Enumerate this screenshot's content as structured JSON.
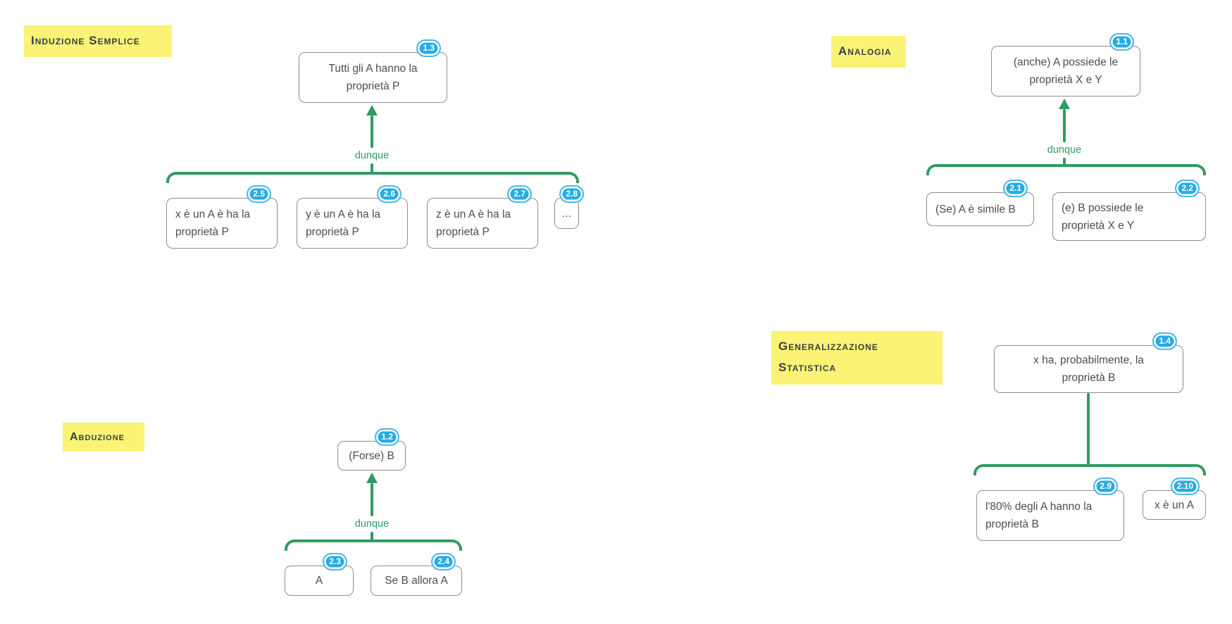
{
  "colors": {
    "green": "#2f9c60",
    "badge_blue": "#29abe2",
    "sticky_yellow": "#faf375",
    "node_border": "#8e8e8e",
    "node_text": "#4d4d4d"
  },
  "sections": {
    "induzione": {
      "label": "Induzione Semplice",
      "connector_label": "dunque",
      "conclusion": {
        "badge": "1.3",
        "text": "Tutti gli A hanno la\nproprietà P"
      },
      "premises": [
        {
          "badge": "2.5",
          "text": "x è un A è ha la\nproprietà P"
        },
        {
          "badge": "2.6",
          "text": "y è un A è ha la\nproprietà P"
        },
        {
          "badge": "2.7",
          "text": "z è un A è ha la\nproprietà P"
        },
        {
          "badge": "2.8",
          "text": "..."
        }
      ]
    },
    "analogia": {
      "label": "Analogia",
      "connector_label": "dunque",
      "conclusion": {
        "badge": "1.1",
        "text": "(anche) A possiede le\nproprietà X e Y"
      },
      "premises": [
        {
          "badge": "2.1",
          "text": "(Se) A è simile B"
        },
        {
          "badge": "2.2",
          "text": "(e) B possiede le\nproprietà X e Y"
        }
      ]
    },
    "abduzione": {
      "label": "Abduzione",
      "connector_label": "dunque",
      "conclusion": {
        "badge": "1.2",
        "text": "(Forse) B"
      },
      "premises": [
        {
          "badge": "2.3",
          "text": "A"
        },
        {
          "badge": "2.4",
          "text": "Se B allora A"
        }
      ]
    },
    "generalizzazione": {
      "label": "Generalizzazione Statistica",
      "conclusion": {
        "badge": "1.4",
        "text": "x ha, probabilmente, la\nproprietà B"
      },
      "premises": [
        {
          "badge": "2.9",
          "text": "l'80% degli A hanno la\nproprietà B"
        },
        {
          "badge": "2.10",
          "text": "x è un A"
        }
      ]
    }
  }
}
